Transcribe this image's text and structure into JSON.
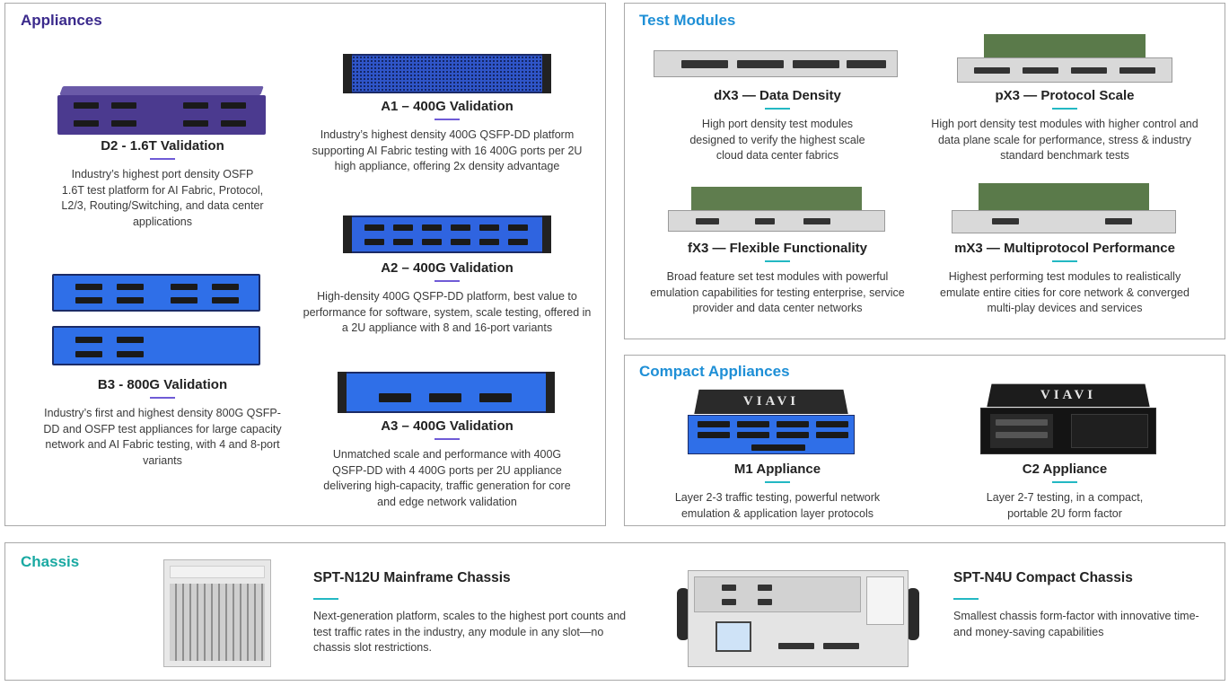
{
  "appliances": {
    "title": "Appliances",
    "items": [
      {
        "name": "D2 - 1.6T Validation",
        "desc": "Industry’s highest port density OSFP 1.6T test platform for AI Fabric, Protocol, L2/3, Routing/Switching, and data center applications"
      },
      {
        "name": "A1 – 400G Validation",
        "desc": "Industry’s highest density 400G QSFP-DD platform supporting AI Fabric testing with 16 400G ports per 2U high appliance, offering 2x density advantage"
      },
      {
        "name": "A2 – 400G Validation",
        "desc": "High-density 400G QSFP-DD platform, best value to performance for software, system, scale testing, offered in a 2U appliance with 8 and 16-port variants"
      },
      {
        "name": "B3 - 800G Validation",
        "desc": "Industry’s first and highest density 800G QSFP-DD and OSFP test appliances for large capacity network and AI Fabric testing, with 4 and 8-port variants"
      },
      {
        "name": "A3 – 400G Validation",
        "desc": "Unmatched scale and performance with 400G QSFP-DD with 4 400G ports per 2U appliance delivering high-capacity, traffic generation for core and edge network validation"
      }
    ]
  },
  "test_modules": {
    "title": "Test Modules",
    "items": [
      {
        "name": "dX3 — Data Density",
        "desc": "High port density test modules designed to verify the highest scale cloud data center fabrics"
      },
      {
        "name": "pX3 — Protocol Scale",
        "desc": "High port density test modules with higher control and data plane scale for performance, stress & industry standard benchmark tests"
      },
      {
        "name": "fX3 — Flexible Functionality",
        "desc": "Broad feature set test modules with powerful emulation capabilities for testing enterprise, service provider and data center networks"
      },
      {
        "name": "mX3 — Multiprotocol Performance",
        "desc": "Highest performing test modules to realistically emulate entire cities for core network & converged multi-play devices and services"
      }
    ]
  },
  "compact_appliances": {
    "title": "Compact Appliances",
    "items": [
      {
        "name": "M1 Appliance",
        "desc": "Layer 2-3 traffic testing, powerful network emulation & application layer protocols"
      },
      {
        "name": "C2 Appliance",
        "desc": "Layer 2-7 testing, in a compact, portable 2U form factor"
      }
    ]
  },
  "chassis": {
    "title": "Chassis",
    "items": [
      {
        "name": "SPT-N12U Mainframe Chassis",
        "desc": "Next-generation platform, scales to the highest port counts and test traffic rates in the industry, any module in any slot—no chassis slot restrictions."
      },
      {
        "name": "SPT-N4U Compact Chassis",
        "desc": "Smallest chassis form-factor with innovative time- and money-saving capabilities"
      }
    ]
  },
  "brand_logo_text": "VIAVI",
  "colors": {
    "appliances_title": "#3b2a8c",
    "test_modules_title": "#1e8fd6",
    "chassis_title": "#19a9a2",
    "purple_rule": "#6f5bd6",
    "teal_rule": "#23b8c3",
    "appliance_blue": "#2f64e0",
    "appliance_dark_blue": "#1f3fa8",
    "appliance_purple": "#4b3a8f"
  }
}
